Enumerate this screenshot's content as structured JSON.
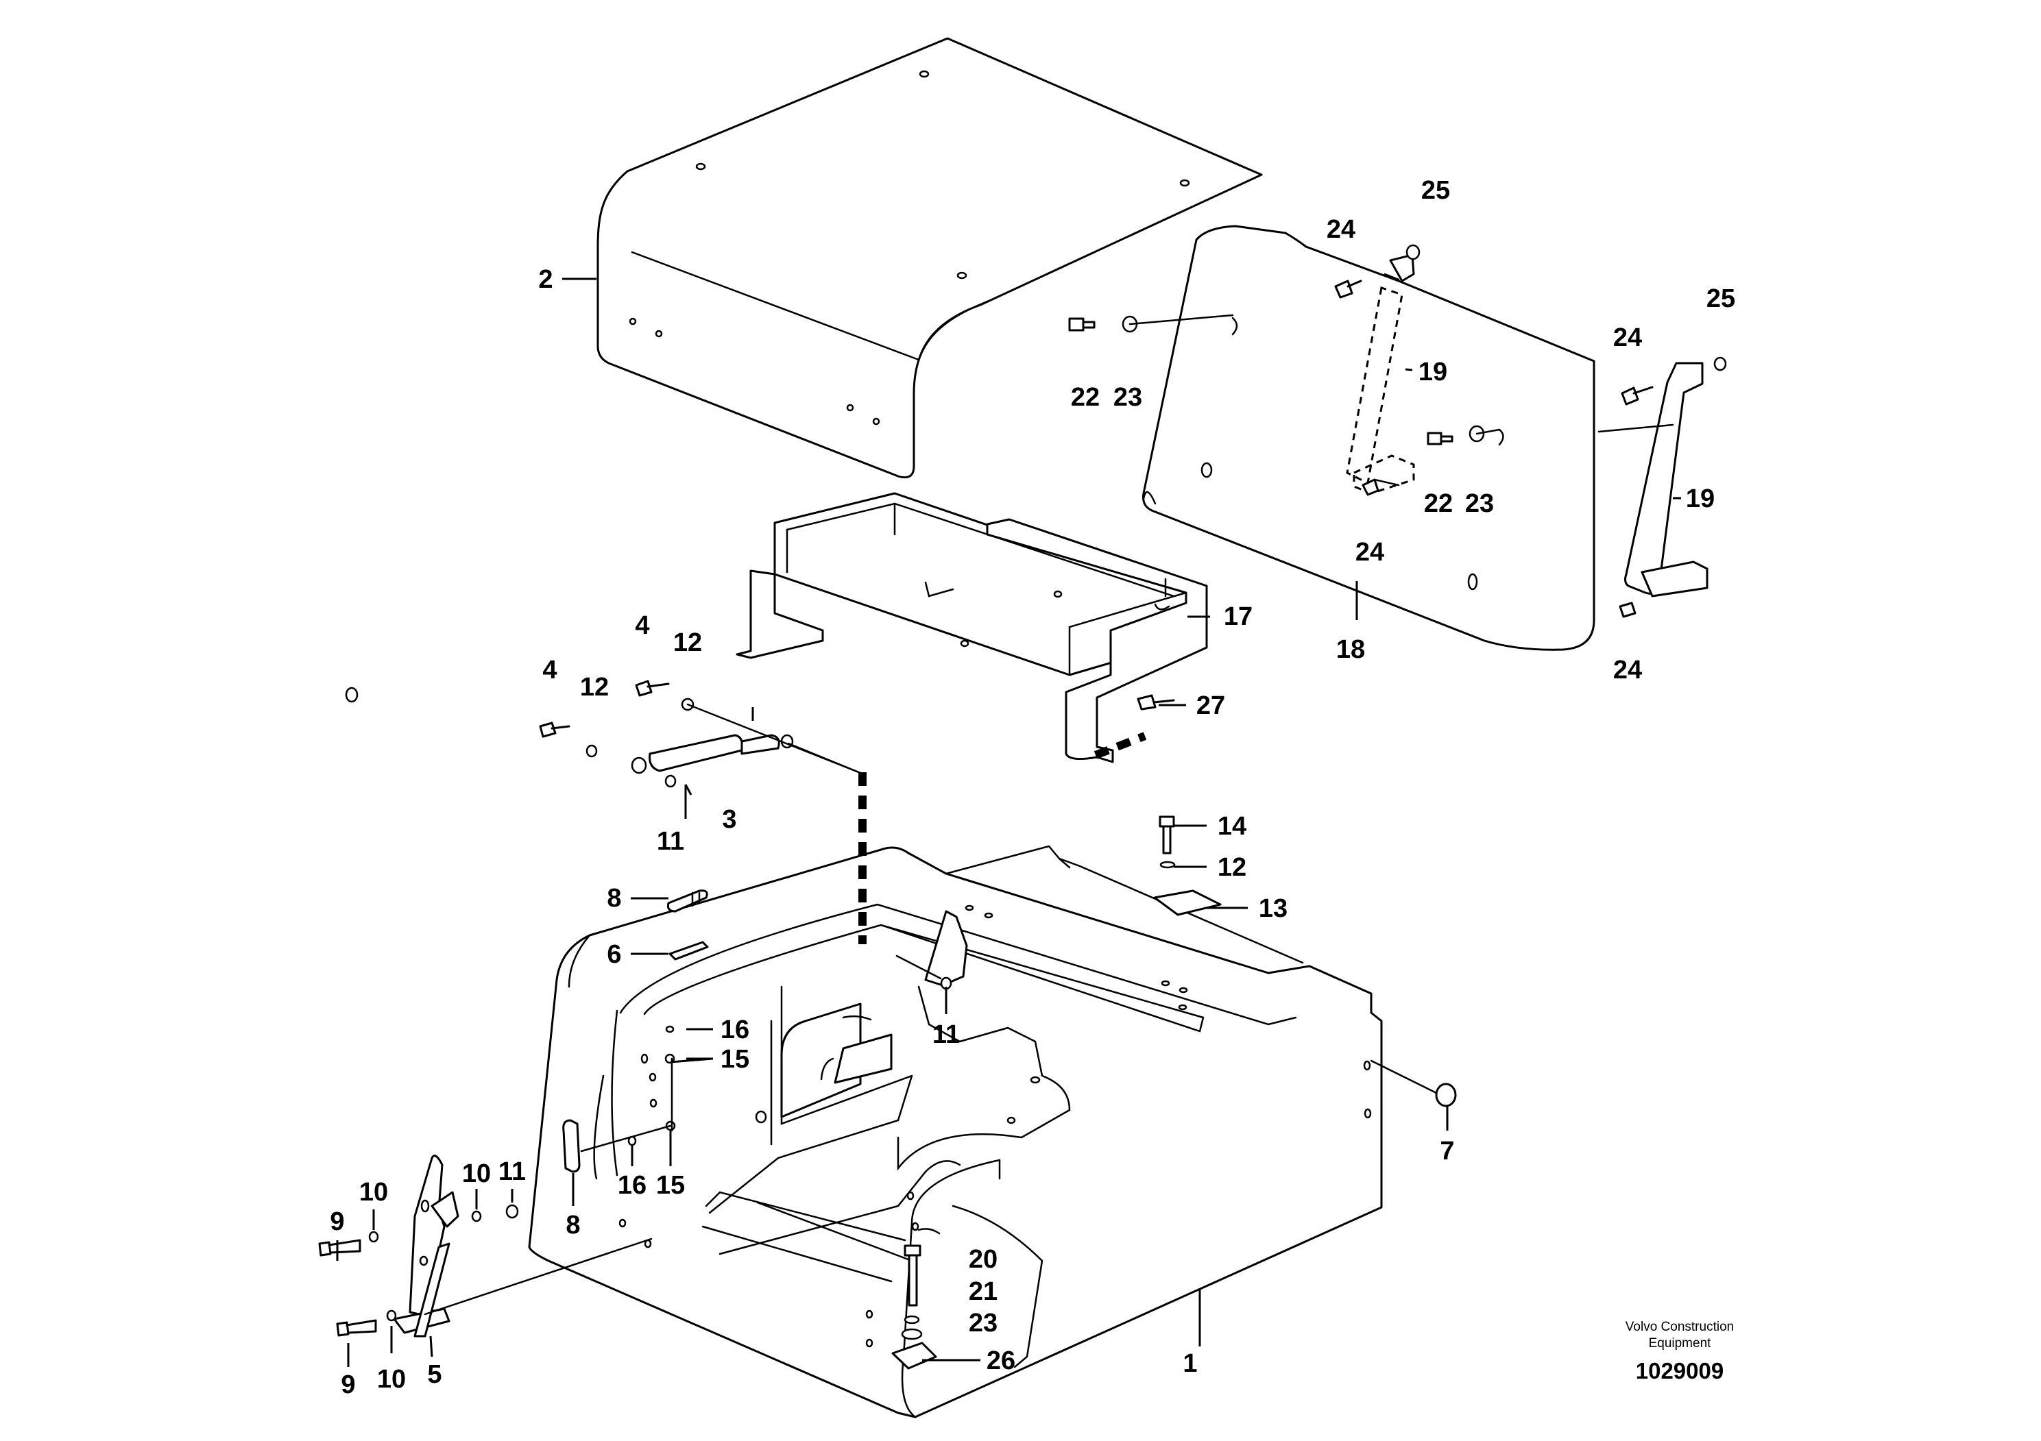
{
  "credit": {
    "line1": "Volvo Construction",
    "line2": "Equipment"
  },
  "document_number": "1029009",
  "callouts": {
    "c1": "1",
    "c2": "2",
    "c3": "3",
    "c4a": "4",
    "c4b": "4",
    "c5": "5",
    "c6": "6",
    "c7": "7",
    "c8a": "8",
    "c8b": "8",
    "c9a": "9",
    "c9b": "9",
    "c10a": "10",
    "c10b": "10",
    "c10c": "10",
    "c11a": "11",
    "c11b": "11",
    "c11c": "11",
    "c12a": "12",
    "c12b": "12",
    "c12c": "12",
    "c13": "13",
    "c14": "14",
    "c15a": "15",
    "c15b": "15",
    "c16a": "16",
    "c16b": "16",
    "c17": "17",
    "c18": "18",
    "c19a": "19",
    "c19b": "19",
    "c20": "20",
    "c21": "21",
    "c22a": "22",
    "c22b": "22",
    "c23a": "23",
    "c23b": "23",
    "c23c": "23",
    "c24a": "24",
    "c24b": "24",
    "c24c": "24",
    "c24d": "24",
    "c25a": "25",
    "c25b": "25",
    "c26": "26",
    "c27": "27"
  }
}
